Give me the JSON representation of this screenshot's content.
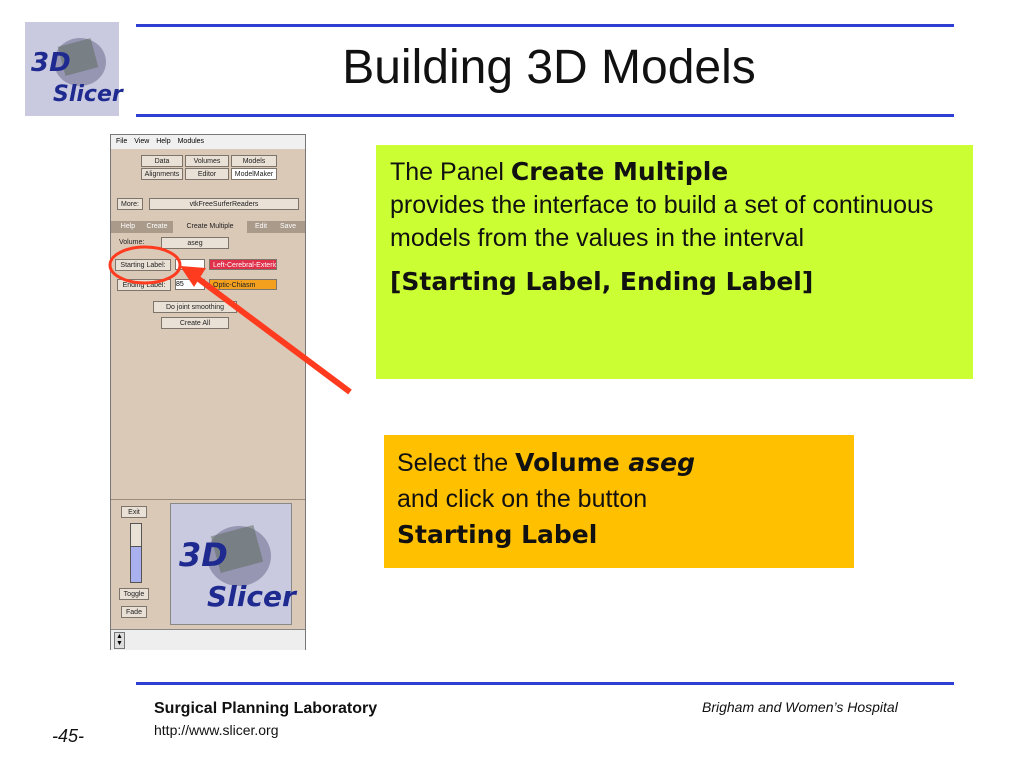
{
  "slide": {
    "title": "Building 3D Models",
    "page_number": "-45-"
  },
  "logo": {
    "line1": "3D",
    "line2": "Slicer"
  },
  "slicer": {
    "menu": [
      "File",
      "View",
      "Help",
      "Modules"
    ],
    "module_buttons": [
      "Data",
      "Volumes",
      "Models",
      "Alignments",
      "Editor",
      "ModelMaker"
    ],
    "more_label": "More:",
    "more_value": "vtkFreeSurferReaders",
    "tabs": [
      "Help",
      "Create",
      "Create Multiple",
      "Edit",
      "Save"
    ],
    "volume_label": "Volume:",
    "volume_value": "aseg",
    "starting_label_button": "Starting Label:",
    "starting_label_value": "Left-Cerebral-Exterior",
    "ending_label_button": "Ending Label:",
    "ending_label_entry": "85",
    "ending_label_value": "Optic-Chiasm",
    "joint_smooth_button": "Do joint smoothing",
    "create_all_button": "Create All",
    "exit_button": "Exit",
    "toggle_button": "Toggle",
    "fade_button": "Fade"
  },
  "green_box": {
    "text1": "The Panel ",
    "bold1": "Create Multiple",
    "text2": "provides the interface to build a set of continuous models from the values in the interval",
    "bold2": "[Starting Label, Ending Label]"
  },
  "orange_box": {
    "text1": "Select the ",
    "bold1": "Volume ",
    "bold_italic1": "aseg",
    "text2": "and click on the button",
    "bold2": "Starting Label"
  },
  "footer": {
    "lab": "Surgical Planning Laboratory",
    "url": "http://www.slicer.org",
    "hospital": "Brigham and Women’s Hospital"
  },
  "colors": {
    "rule": "#2f3fd1",
    "green_box": "#ccff33",
    "orange_box": "#ffc000",
    "highlight": "#ff3b1f",
    "start_label_color": "#e0304a",
    "end_label_color": "#f2a01e"
  }
}
